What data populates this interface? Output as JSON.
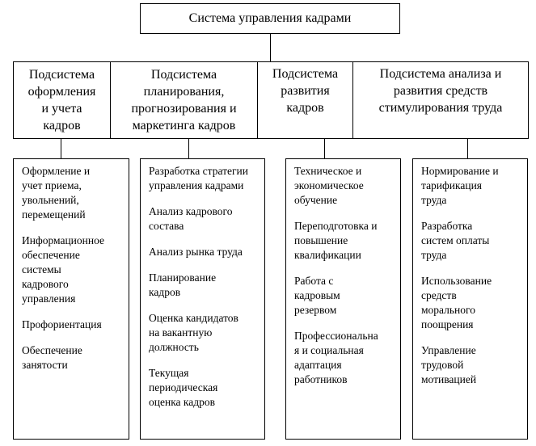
{
  "title": "Система управления кадрами",
  "subsystems": [
    {
      "lines": [
        "Подсистема",
        "оформления",
        "и учета",
        "кадров"
      ]
    },
    {
      "lines": [
        "Подсистема",
        "планирования,",
        "прогнозирования и",
        "маркетинга кадров"
      ]
    },
    {
      "lines": [
        "Подсистема",
        "развития",
        "кадров"
      ]
    },
    {
      "lines": [
        "Подсистема анализа и",
        "развития средств",
        "стимулирования труда"
      ]
    }
  ],
  "columns": [
    {
      "items": [
        {
          "lines": [
            "Оформление и",
            "учет приема,",
            "увольнений,",
            "перемещений"
          ]
        },
        {
          "lines": [
            "Информационное",
            "обеспечение",
            "системы",
            "кадрового",
            "управления"
          ]
        },
        {
          "lines": [
            "Профориентация"
          ]
        },
        {
          "lines": [
            "Обеспечение",
            "занятости"
          ]
        }
      ]
    },
    {
      "items": [
        {
          "lines": [
            "Разработка стратегии",
            "управления кадрами"
          ]
        },
        {
          "lines": [
            "Анализ кадрового",
            "состава"
          ]
        },
        {
          "lines": [
            "Анализ рынка труда"
          ]
        },
        {
          "lines": [
            "Планирование",
            "кадров"
          ]
        },
        {
          "lines": [
            "Оценка кандидатов",
            "на вакантную",
            "должность"
          ]
        },
        {
          "lines": [
            "Текущая",
            "периодическая",
            "оценка кадров"
          ]
        }
      ]
    },
    {
      "items": [
        {
          "lines": [
            "Техническое и",
            "экономическое",
            "обучение"
          ]
        },
        {
          "lines": [
            "Переподготовка и",
            "повышение",
            "квалификации"
          ]
        },
        {
          "lines": [
            "Работа с",
            "кадровым",
            "резервом"
          ]
        },
        {
          "lines": [
            "Профессиональна",
            "я и социальная",
            "адаптация",
            "работников"
          ]
        }
      ]
    },
    {
      "items": [
        {
          "lines": [
            "Нормирование и",
            "тарификация",
            "труда"
          ]
        },
        {
          "lines": [
            "Разработка",
            "систем оплаты",
            "труда"
          ]
        },
        {
          "lines": [
            "Использование",
            "средств",
            "морального",
            "поощрения"
          ]
        },
        {
          "lines": [
            "Управление",
            "трудовой",
            "мотивацией"
          ]
        }
      ]
    }
  ]
}
